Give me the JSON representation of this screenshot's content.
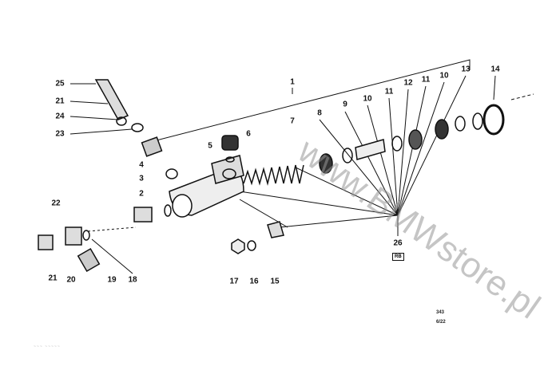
{
  "callouts": [
    "25",
    "21",
    "24",
    "23",
    "1",
    "14",
    "13",
    "10",
    "11",
    "12",
    "11",
    "10",
    "9",
    "8",
    "7",
    "6",
    "5",
    "4",
    "3",
    "2",
    "22",
    "21",
    "20",
    "19",
    "18",
    "17",
    "16",
    "15",
    "26"
  ],
  "badge": "RB",
  "code": {
    "page": "343",
    "date": "6/22"
  },
  "watermark": "www.BMWstore.pl",
  "faint_text": "~~~ ~~~~~"
}
